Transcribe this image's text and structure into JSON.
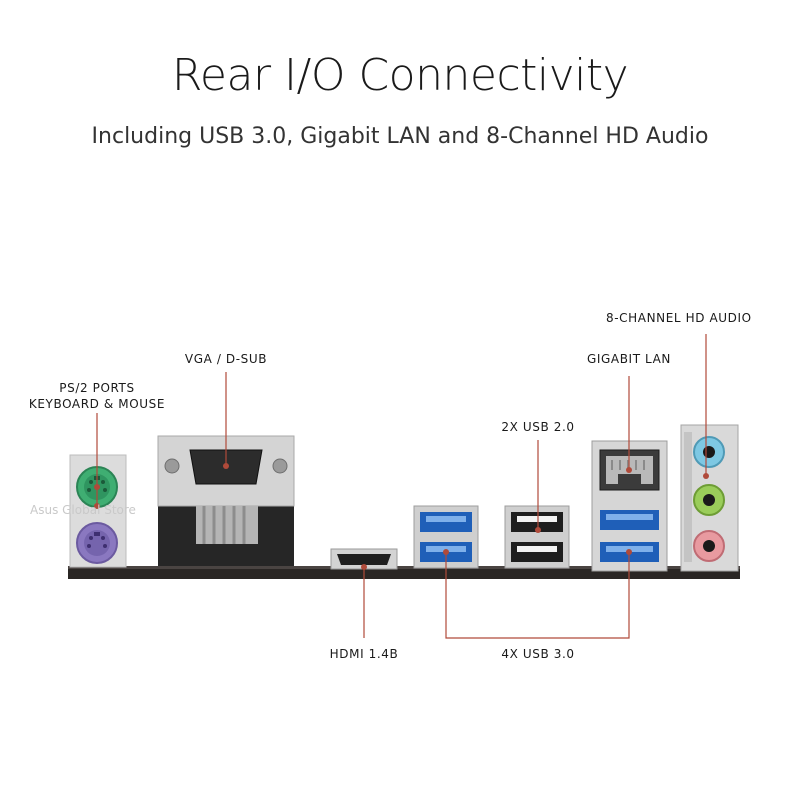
{
  "header": {
    "title": "Rear I/O Connectivity",
    "subtitle": "Including USB 3.0, Gigabit LAN and 8-Channel HD Audio"
  },
  "callouts": {
    "ps2_line1": "PS/2 PORTS",
    "ps2_line2": "KEYBOARD & MOUSE",
    "vga": "VGA / D-SUB",
    "hdmi": "HDMI 1.4B",
    "usb2": "2X USB 2.0",
    "usb3": "4X USB 3.0",
    "lan": "GIGABIT LAN",
    "audio": "8-CHANNEL HD AUDIO"
  },
  "watermark": "Asus Global Store",
  "colors": {
    "callout_line": "#b04a3a",
    "ps2_keyboard": "#3fae72",
    "ps2_mouse": "#8a78c0",
    "usb3_blue": "#1f5fb8",
    "audio_blue": "#7ec8e3",
    "audio_green": "#9acd5a",
    "audio_pink": "#e89aa0"
  }
}
